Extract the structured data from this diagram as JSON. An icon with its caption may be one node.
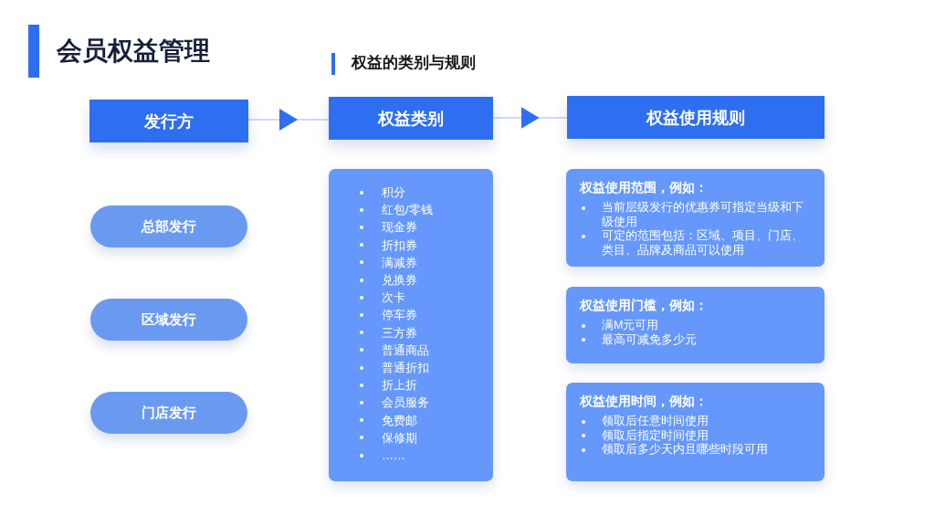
{
  "diagram": {
    "title": "会员权益管理",
    "nodes": [
      {
        "text": [
          "发行方"
        ]
      },
      {
        "text": [
          "权益类别"
        ]
      },
      {
        "text": [
          "权益使用规则"
        ]
      },
      {
        "text": [
          "总部发行"
        ]
      },
      {
        "text": [
          "区域发行"
        ]
      },
      {
        "text": [
          "门店发行"
        ]
      },
      {
        "text": [
          "积分",
          "红包/零钱",
          "现金券",
          "折扣券",
          "满减券",
          "兑换券",
          "次卡",
          "停车券",
          "三方券",
          "普通商品",
          "普通折扣",
          "折上折",
          "会员服务",
          "免费邮",
          "保修期",
          "……"
        ]
      },
      {
        "text": [
          "权益使用范围，例如：",
          "当前层级发行的优惠券可指定当级和下级使用",
          "可定的范围包括：区域、项目、门店、类目、品牌及商品可以使用"
        ]
      },
      {
        "text": [
          "权益使用门槛，例如：",
          "满M元可用",
          "最高可减免多少元"
        ]
      },
      {
        "text": [
          "权益使用时间，例如：",
          "领取后任意时间使用",
          "领取后指定时间使用",
          "领取后多少天内且哪些时段可用"
        ]
      }
    ],
    "edges": [
      {
        "from": 0,
        "to": 1,
        "arrow": "to"
      },
      {
        "from": 1,
        "to": 2,
        "arrow": "to"
      }
    ],
    "labels": [
      "权益的类别与规则"
    ]
  }
}
